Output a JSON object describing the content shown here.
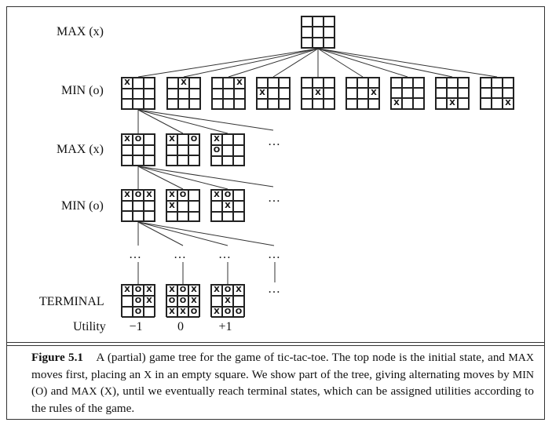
{
  "levels": {
    "max1": "MAX (x)",
    "min1": "MIN (o)",
    "max2": "MAX (x)",
    "min2": "MIN (o)",
    "terminal": "TERMINAL",
    "utility": "Utility"
  },
  "utilities": [
    "−1",
    "0",
    "+1"
  ],
  "ellipsis": "…",
  "tree": {
    "root": [
      "",
      "",
      "",
      "",
      "",
      "",
      "",
      "",
      ""
    ],
    "min_row": [
      [
        "X",
        "",
        "",
        "",
        "",
        "",
        "",
        "",
        ""
      ],
      [
        "",
        "X",
        "",
        "",
        "",
        "",
        "",
        "",
        ""
      ],
      [
        "",
        "",
        "X",
        "",
        "",
        "",
        "",
        "",
        ""
      ],
      [
        "",
        "",
        "",
        "X",
        "",
        "",
        "",
        "",
        ""
      ],
      [
        "",
        "",
        "",
        "",
        "X",
        "",
        "",
        "",
        ""
      ],
      [
        "",
        "",
        "",
        "",
        "",
        "X",
        "",
        "",
        ""
      ],
      [
        "",
        "",
        "",
        "",
        "",
        "",
        "X",
        "",
        ""
      ],
      [
        "",
        "",
        "",
        "",
        "",
        "",
        "",
        "X",
        ""
      ],
      [
        "",
        "",
        "",
        "",
        "",
        "",
        "",
        "",
        "X"
      ]
    ],
    "max_row": [
      [
        "X",
        "O",
        "",
        "",
        "",
        "",
        "",
        "",
        ""
      ],
      [
        "X",
        "",
        "O",
        "",
        "",
        "",
        "",
        "",
        ""
      ],
      [
        "X",
        "",
        "",
        "O",
        "",
        "",
        "",
        "",
        ""
      ]
    ],
    "min_row2": [
      [
        "X",
        "O",
        "X",
        "",
        "",
        "",
        "",
        "",
        ""
      ],
      [
        "X",
        "O",
        "",
        "X",
        "",
        "",
        "",
        "",
        ""
      ],
      [
        "X",
        "O",
        "",
        "",
        "X",
        "",
        "",
        "",
        ""
      ]
    ],
    "terminal_row": [
      [
        "X",
        "O",
        "X",
        "",
        "O",
        "X",
        "",
        "O",
        ""
      ],
      [
        "X",
        "O",
        "X",
        "O",
        "O",
        "X",
        "X",
        "X",
        "O"
      ],
      [
        "X",
        "O",
        "X",
        "",
        "X",
        "",
        "X",
        "O",
        "O"
      ]
    ]
  },
  "caption": {
    "label": "Figure 5.1",
    "text_1": "A (partial) game tree for the game of tic-tac-toe. The top node is the initial state, and ",
    "max_word": "MAX",
    "text_2": " moves first, placing an ",
    "x_word": "X",
    "text_3": " in an empty square. We show part of the tree, giving alternating moves by ",
    "min_word": "MIN",
    "text_4": " (",
    "o_word": "O",
    "text_5": ") and ",
    "max_word2": "MAX",
    "text_6": " (",
    "x_word2": "X",
    "text_7": "), until we eventually reach terminal states, which can be assigned utilities according to the rules of the game."
  }
}
